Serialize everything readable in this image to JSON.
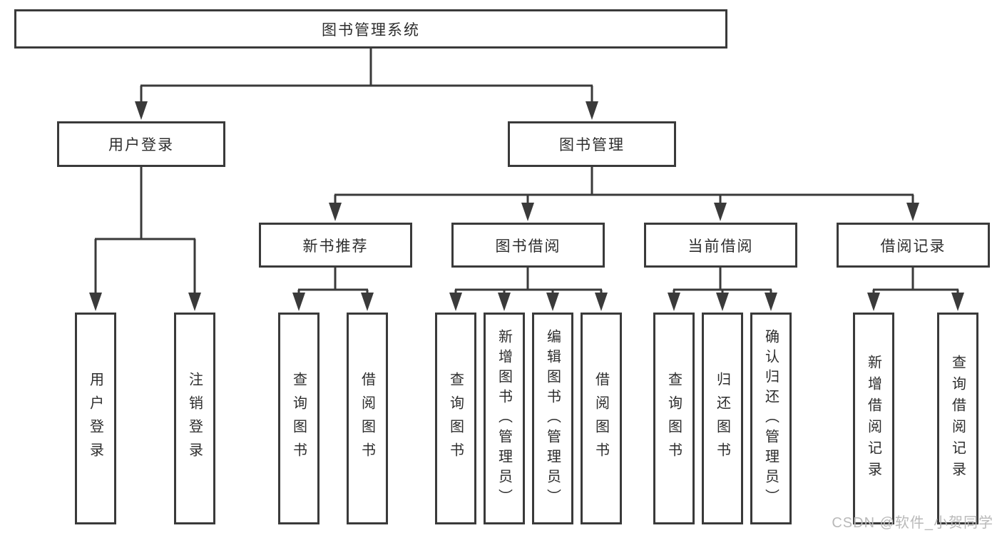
{
  "diagram": {
    "type": "hierarchy-tree",
    "colors": {
      "line": "#3a3a3a",
      "box_border": "#3a3a3a",
      "text": "#2d2d2d",
      "background": "#ffffff",
      "watermark": "#b9b9b9"
    },
    "watermark": "CSDN @软件_小贺同学",
    "tree": {
      "label": "图书管理系统",
      "children": [
        {
          "label": "用户登录",
          "children": [
            {
              "label": "用户登录"
            },
            {
              "label": "注销登录"
            }
          ]
        },
        {
          "label": "图书管理",
          "children": [
            {
              "label": "新书推荐",
              "children": [
                {
                  "label": "查询图书"
                },
                {
                  "label": "借阅图书"
                }
              ]
            },
            {
              "label": "图书借阅",
              "children": [
                {
                  "label": "查询图书"
                },
                {
                  "label": "新增图书（管理员）"
                },
                {
                  "label": "编辑图书（管理员）"
                },
                {
                  "label": "借阅图书"
                }
              ]
            },
            {
              "label": "当前借阅",
              "children": [
                {
                  "label": "查询图书"
                },
                {
                  "label": "归还图书"
                },
                {
                  "label": "确认归还（管理员）"
                }
              ]
            },
            {
              "label": "借阅记录",
              "children": [
                {
                  "label": "新增借阅记录"
                },
                {
                  "label": "查询借阅记录"
                }
              ]
            }
          ]
        }
      ]
    }
  }
}
